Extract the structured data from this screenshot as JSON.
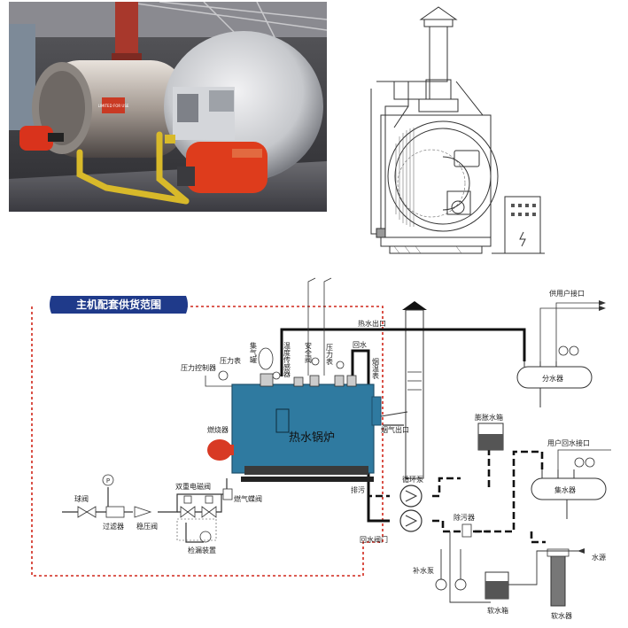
{
  "photo": {
    "brand_text": "LIMITED FOR USE"
  },
  "diagram": {
    "title": "主机配套供货范围",
    "boiler_label": "热水锅炉",
    "labels": {
      "hot_water_outlet": "热水出口",
      "supply_user_interface": "供用户接口",
      "distributor": "分水器",
      "collector": "集水器",
      "user_return_interface": "用户回水接口",
      "expansion_tank": "膨胀水箱",
      "circulating_pump": "循环泵",
      "decontaminator": "除污器",
      "return_valve": "回水阀门",
      "makeup_pump": "补水泵",
      "soft_water_tank": "软水箱",
      "softener": "软水器",
      "water_source": "水源",
      "burner": "燃烧器",
      "ball_valve": "球阀",
      "filter": "过滤器",
      "pressure_reg_valve": "稳压阀",
      "dual_solenoid_valve": "双重电磁阀",
      "leak_detector": "检漏装置",
      "gas_butterfly_valve": "燃气蝶阀",
      "pressure_controller": "压力控制器",
      "pressure_gauge_1": "压力表",
      "air_collector": "集气罐",
      "temp_sensor": "温度传感器",
      "safety_valve": "安全阀",
      "pressure_gauge_2": "压力表",
      "return_water": "回水",
      "flue_temp": "烟温表",
      "flue_outlet": "烟气出口",
      "drain": "排污"
    }
  }
}
